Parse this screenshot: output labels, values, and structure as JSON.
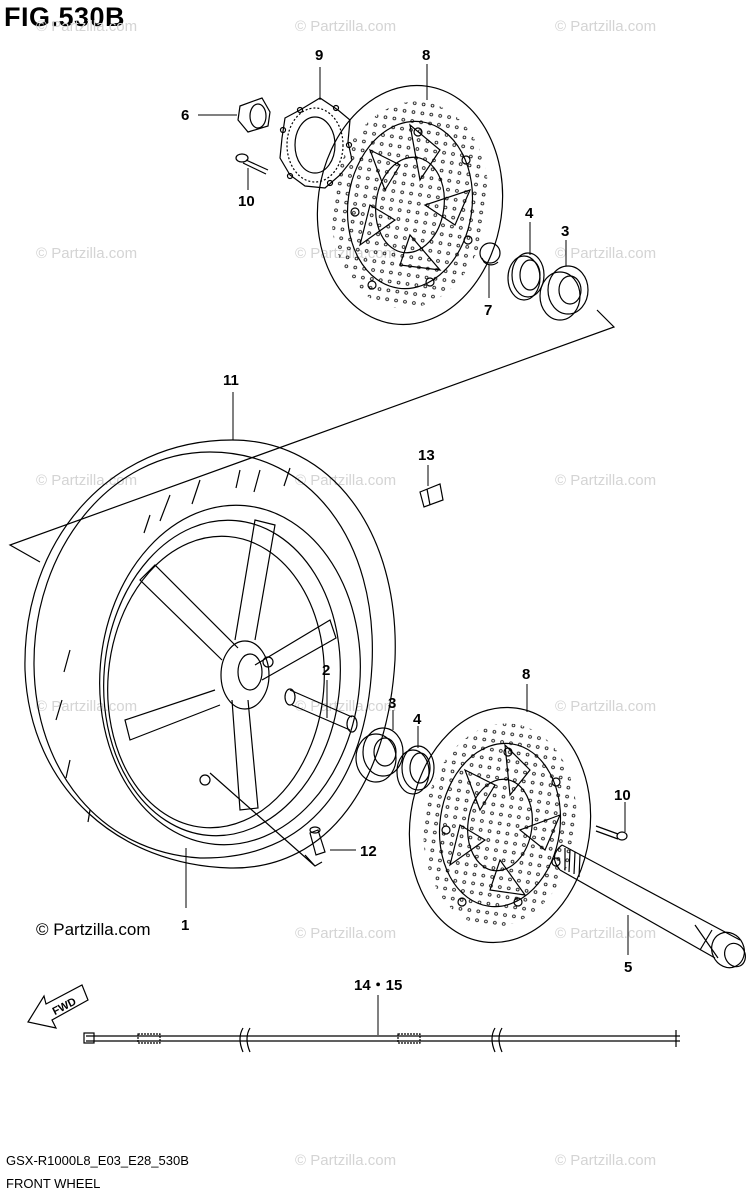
{
  "figure": {
    "title": "FIG.530B",
    "model_code": "GSX-R1000L8_E03_E28_530B",
    "section_name": "FRONT WHEEL",
    "copyright": "© Partzilla.com",
    "watermark": "© Partzilla.com",
    "fwd_label": "FWD"
  },
  "callouts": [
    {
      "id": "c1",
      "label": "1"
    },
    {
      "id": "c2",
      "label": "2"
    },
    {
      "id": "c3a",
      "label": "3"
    },
    {
      "id": "c3b",
      "label": "3"
    },
    {
      "id": "c4a",
      "label": "4"
    },
    {
      "id": "c4b",
      "label": "4"
    },
    {
      "id": "c5",
      "label": "5"
    },
    {
      "id": "c6",
      "label": "6"
    },
    {
      "id": "c7",
      "label": "7"
    },
    {
      "id": "c8a",
      "label": "8"
    },
    {
      "id": "c8b",
      "label": "8"
    },
    {
      "id": "c9",
      "label": "9"
    },
    {
      "id": "c10a",
      "label": "10"
    },
    {
      "id": "c10b",
      "label": "10"
    },
    {
      "id": "c11",
      "label": "11"
    },
    {
      "id": "c12",
      "label": "12"
    },
    {
      "id": "c13",
      "label": "13"
    },
    {
      "id": "c14",
      "label": "14・15"
    }
  ],
  "colors": {
    "line": "#000000",
    "watermark": "#d4d4d4",
    "background": "#ffffff"
  }
}
